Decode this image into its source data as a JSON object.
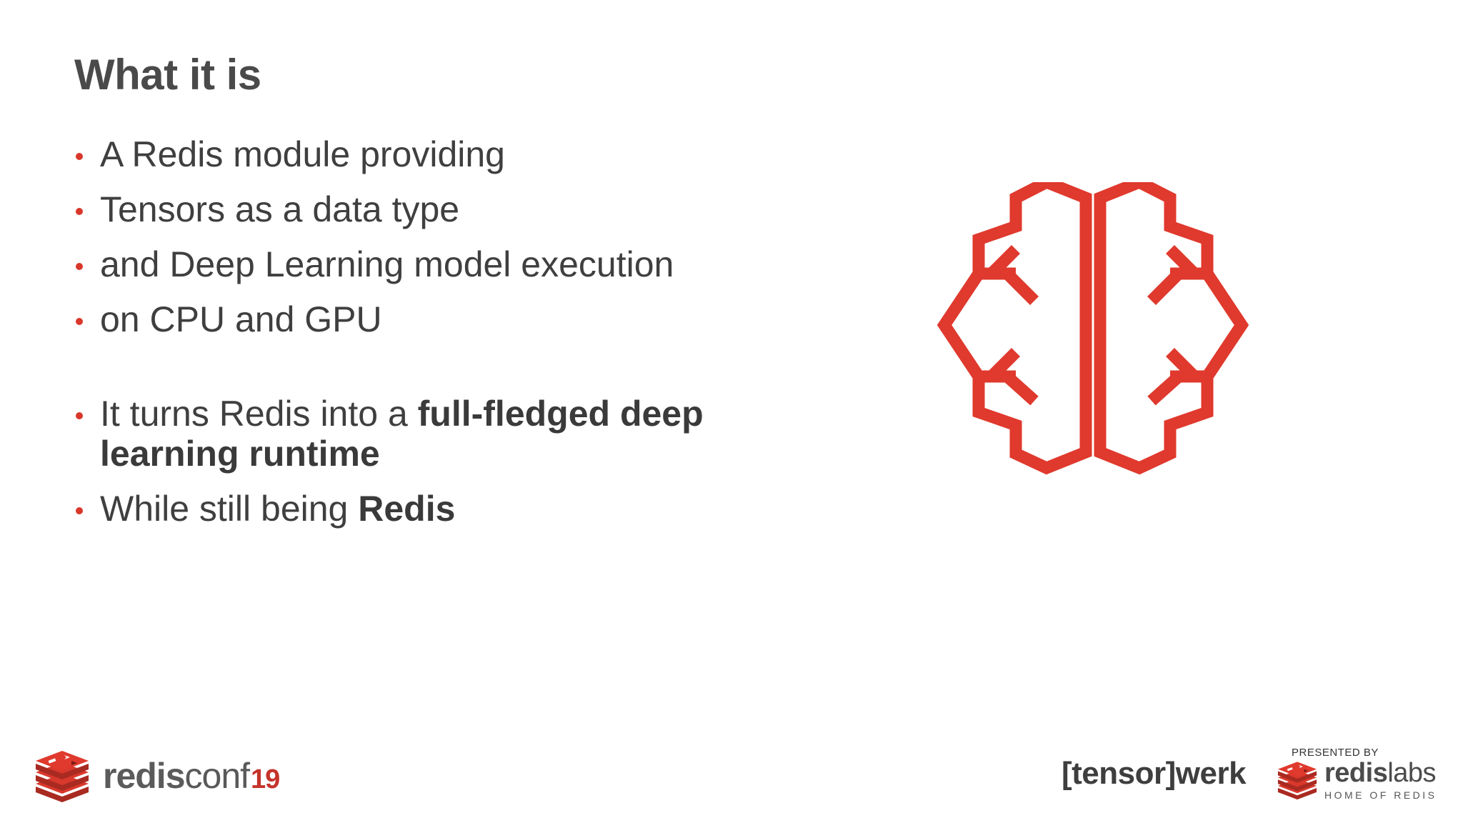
{
  "slide": {
    "title": "What it is",
    "bullets": [
      {
        "text": "A Redis module providing"
      },
      {
        "text": "Tensors as a data type"
      },
      {
        "text": "and Deep Learning model execution"
      },
      {
        "text": "on CPU and GPU"
      },
      {
        "prefix": "It turns Redis into a ",
        "bold": "full-fledged deep learning runtime"
      },
      {
        "prefix": "While still being ",
        "bold": "Redis"
      }
    ]
  },
  "footer": {
    "conf_name_bold": "redis",
    "conf_name_light": "conf",
    "conf_year": "19",
    "partner": "[tensor]werk",
    "presented_by": "PRESENTED BY",
    "sponsor_bold": "redis",
    "sponsor_light": "labs",
    "sponsor_tagline": "HOME OF REDIS"
  },
  "icons": {
    "main": "brain-icon",
    "conf_logo": "redis-cube-icon",
    "sponsor_logo": "redis-cube-icon"
  },
  "colors": {
    "accent": "#e0392d",
    "text": "#3f3f3f"
  }
}
